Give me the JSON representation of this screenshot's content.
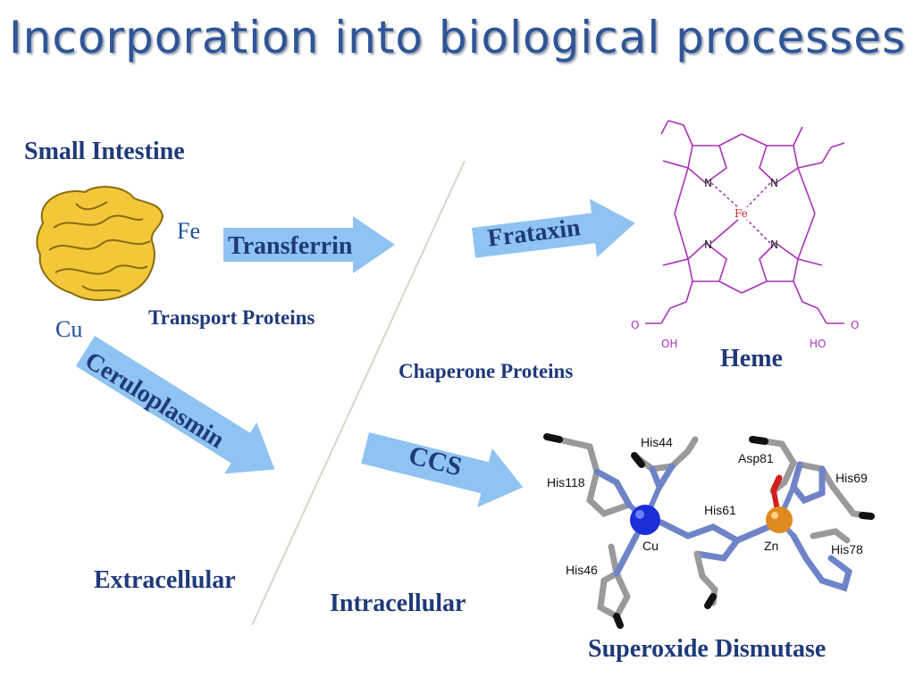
{
  "title": "Incorporation into biological processes",
  "labels": {
    "small_intestine": "Small Intestine",
    "fe": "Fe",
    "cu": "Cu",
    "transferrin": "Transferrin",
    "transport_proteins": "Transport Proteins",
    "ceruloplasmin": "Ceruloplasmin",
    "frataxin": "Frataxin",
    "chaperone_proteins": "Chaperone Proteins",
    "ccs": "CCS",
    "heme": "Heme",
    "extracellular": "Extracellular",
    "intracellular": "Intracellular",
    "superoxide_dismutase": "Superoxide Dismutase"
  },
  "heme_atoms": {
    "n": "N",
    "fe": "Fe",
    "o": "O",
    "oh": "OH",
    "ho": "HO"
  },
  "sod_residues": {
    "his44": "His44",
    "his118": "His118",
    "his61": "His61",
    "his46": "His46",
    "asp81": "Asp81",
    "his69": "His69",
    "his78": "His78",
    "cu": "Cu",
    "zn": "Zn"
  },
  "colors": {
    "title": "#2f5597",
    "arrow": "#8fc3f2",
    "label_navy": "#1f3a7a",
    "heme": "#a832b8",
    "cu_atom": "#1a2fd6",
    "zn_atom": "#e08a1e"
  }
}
